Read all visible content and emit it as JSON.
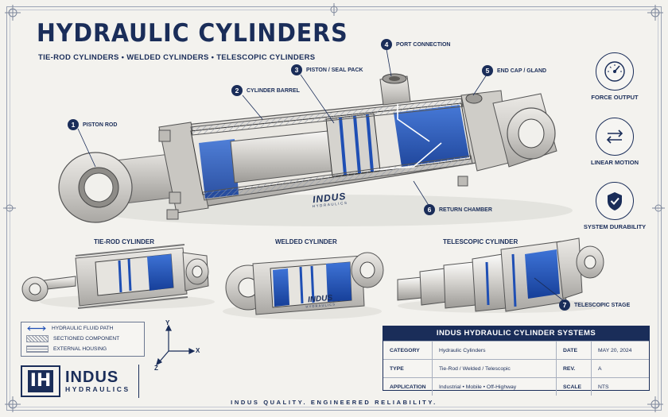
{
  "title": "HYDRAULIC CYLINDERS",
  "subtitle": "TIE-ROD CYLINDERS  •  WELDED CYLINDERS  •  TELESCOPIC CYLINDERS",
  "callouts": [
    {
      "num": "1",
      "label": "PISTON ROD"
    },
    {
      "num": "2",
      "label": "CYLINDER BARREL"
    },
    {
      "num": "3",
      "label": "PISTON / SEAL PACK"
    },
    {
      "num": "4",
      "label": "PORT CONNECTION"
    },
    {
      "num": "5",
      "label": "END CAP / GLAND"
    },
    {
      "num": "6",
      "label": "RETURN CHAMBER"
    },
    {
      "num": "7",
      "label": "TELESCOPIC STAGE"
    }
  ],
  "features": [
    {
      "label": "FORCE OUTPUT",
      "icon": "gauge-icon"
    },
    {
      "label": "LINEAR MOTION",
      "icon": "double-arrow-icon"
    },
    {
      "label": "SYSTEM DURABILITY",
      "icon": "shield-check-icon"
    }
  ],
  "variants": {
    "tie_rod": "TIE-ROD CYLINDER",
    "welded": "WELDED CYLINDER",
    "telescopic": "TELESCOPIC CYLINDER"
  },
  "body_brand": {
    "name": "INDUS",
    "sub": "HYDRAULICS"
  },
  "legend": [
    {
      "label": "HYDRAULIC FLUID PATH"
    },
    {
      "label": "SECTIONED COMPONENT"
    },
    {
      "label": "EXTERNAL HOUSING"
    }
  ],
  "axes": {
    "x": "X",
    "y": "Y",
    "z": "Z"
  },
  "logo": {
    "mark": "IH",
    "name": "INDUS",
    "sub": "HYDRAULICS"
  },
  "title_block": {
    "heading": "INDUS HYDRAULIC CYLINDER SYSTEMS",
    "rows": [
      {
        "k": "CATEGORY",
        "v": "Hydraulic Cylinders",
        "k2": "DATE",
        "v2": "MAY 20, 2024"
      },
      {
        "k": "TYPE",
        "v": "Tie-Rod / Welded / Telescopic",
        "k2": "REV.",
        "v2": "A"
      },
      {
        "k": "APPLICATION",
        "v": "Industrial • Mobile • Off-Highway",
        "k2": "SCALE",
        "v2": "NTS"
      }
    ]
  },
  "tagline": "INDUS QUALITY. ENGINEERED RELIABILITY.",
  "colors": {
    "navy": "#1a2d59",
    "fluid": "#1f4fb4",
    "paper": "#f3f2ee"
  }
}
